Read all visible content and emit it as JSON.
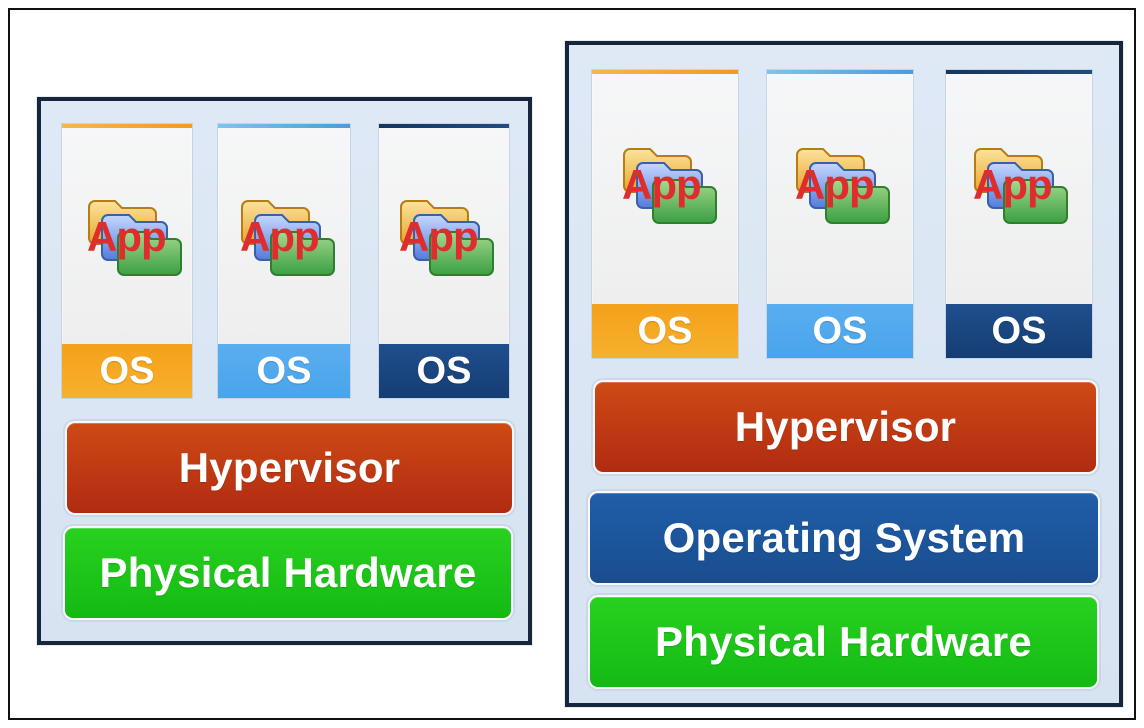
{
  "diagrams": [
    {
      "vms": [
        {
          "app_label": "App",
          "os_label": "OS",
          "accent": "#f39a1f",
          "os_color": "#f7b02d",
          "icon": "app-stack-icon"
        },
        {
          "app_label": "App",
          "os_label": "OS",
          "accent": "#4a9be0",
          "os_color": "#4aa4ea",
          "icon": "app-stack-icon"
        },
        {
          "app_label": "App",
          "os_label": "OS",
          "accent": "#1f4f8e",
          "os_color": "#153d73",
          "icon": "app-stack-icon"
        }
      ],
      "layers": {
        "hypervisor": "Hypervisor",
        "physical_hardware": "Physical Hardware"
      }
    },
    {
      "vms": [
        {
          "app_label": "App",
          "os_label": "OS",
          "accent": "#f39a1f",
          "os_color": "#f7b02d",
          "icon": "app-stack-icon"
        },
        {
          "app_label": "App",
          "os_label": "OS",
          "accent": "#4a9be0",
          "os_color": "#4aa4ea",
          "icon": "app-stack-icon"
        },
        {
          "app_label": "App",
          "os_label": "OS",
          "accent": "#1f4f8e",
          "os_color": "#153d73",
          "icon": "app-stack-icon"
        }
      ],
      "layers": {
        "hypervisor": "Hypervisor",
        "operating_system": "Operating System",
        "physical_hardware": "Physical Hardware"
      }
    }
  ],
  "colors": {
    "frame_border": "#16263d",
    "diagram_background": "#dfe9f6",
    "hypervisor": "#b12b12",
    "operating_system": "#1a4d8e",
    "physical_hardware": "#14ba14",
    "app_text": "#df2d2d"
  }
}
